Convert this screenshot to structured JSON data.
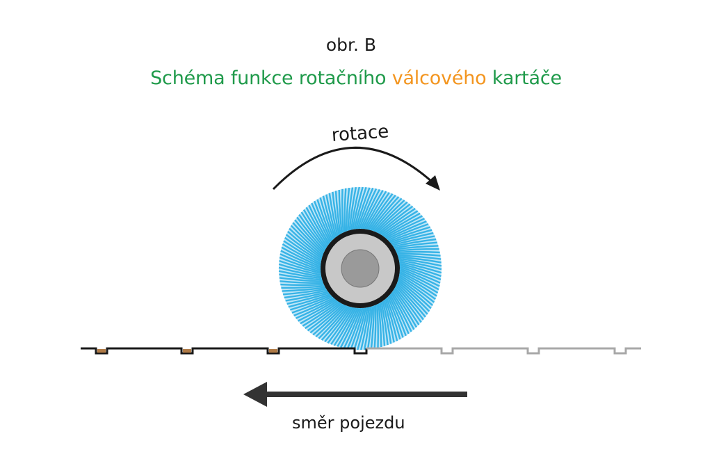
{
  "figure_label": "obr. B",
  "title": {
    "parts": [
      {
        "text": "Schéma funkce rotačního ",
        "color": "#1f9a4a"
      },
      {
        "text": "válcového",
        "color": "#f3951f"
      },
      {
        "text": " kartáče",
        "color": "#1f9a4a"
      }
    ]
  },
  "labels": {
    "rotation": "rotace",
    "travel_direction": "směr pojezdu"
  },
  "colors": {
    "bristles": "#37b3e6",
    "hub_outer": "#c8c8c8",
    "hub_inner": "#9a9a9a",
    "ring": "#1a1a1a",
    "surface_cleaned": "#1a1a1a",
    "surface_uncleaned": "#a8a8a8",
    "debris": "#b07a45",
    "arrow": "#333333"
  },
  "icons": {
    "rotation_arrow": "curved-arrow-clockwise-icon",
    "direction_arrow": "arrow-left-icon"
  }
}
